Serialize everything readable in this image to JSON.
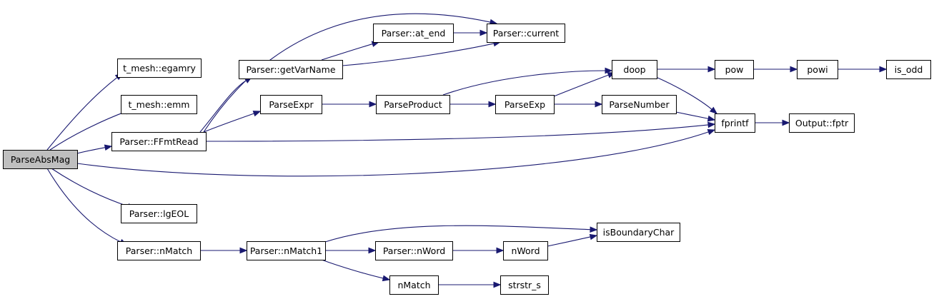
{
  "graph": {
    "root": "ParseAbsMag",
    "nodes": [
      {
        "id": "ParseAbsMag",
        "label": "ParseAbsMag",
        "root": true
      },
      {
        "id": "egamry",
        "label": "t_mesh::egamry"
      },
      {
        "id": "emm",
        "label": "t_mesh::emm"
      },
      {
        "id": "FFmtRead",
        "label": "Parser::FFmtRead"
      },
      {
        "id": "lgEOL",
        "label": "Parser::lgEOL"
      },
      {
        "id": "nMatch",
        "label": "Parser::nMatch"
      },
      {
        "id": "getVarName",
        "label": "Parser::getVarName"
      },
      {
        "id": "ParseExpr",
        "label": "ParseExpr"
      },
      {
        "id": "at_end",
        "label": "Parser::at_end"
      },
      {
        "id": "current",
        "label": "Parser::current"
      },
      {
        "id": "ParseProduct",
        "label": "ParseProduct"
      },
      {
        "id": "ParseExp",
        "label": "ParseExp"
      },
      {
        "id": "ParseNumber",
        "label": "ParseNumber"
      },
      {
        "id": "doop",
        "label": "doop"
      },
      {
        "id": "pow",
        "label": "pow"
      },
      {
        "id": "powi",
        "label": "powi"
      },
      {
        "id": "is_odd",
        "label": "is_odd"
      },
      {
        "id": "fprintf",
        "label": "fprintf"
      },
      {
        "id": "fptr",
        "label": "Output::fptr"
      },
      {
        "id": "nMatch1",
        "label": "Parser::nMatch1"
      },
      {
        "id": "isBoundaryChar",
        "label": "isBoundaryChar"
      },
      {
        "id": "nWordP",
        "label": "Parser::nWord"
      },
      {
        "id": "nWord",
        "label": "nWord"
      },
      {
        "id": "nMatchF",
        "label": "nMatch"
      },
      {
        "id": "strstr_s",
        "label": "strstr_s"
      }
    ],
    "edges": [
      {
        "from": "ParseAbsMag",
        "to": "egamry"
      },
      {
        "from": "ParseAbsMag",
        "to": "emm"
      },
      {
        "from": "ParseAbsMag",
        "to": "FFmtRead"
      },
      {
        "from": "ParseAbsMag",
        "to": "fprintf"
      },
      {
        "from": "ParseAbsMag",
        "to": "lgEOL"
      },
      {
        "from": "ParseAbsMag",
        "to": "nMatch"
      },
      {
        "from": "FFmtRead",
        "to": "current"
      },
      {
        "from": "FFmtRead",
        "to": "getVarName"
      },
      {
        "from": "FFmtRead",
        "to": "ParseExpr"
      },
      {
        "from": "FFmtRead",
        "to": "fprintf"
      },
      {
        "from": "getVarName",
        "to": "at_end"
      },
      {
        "from": "getVarName",
        "to": "current"
      },
      {
        "from": "at_end",
        "to": "current"
      },
      {
        "from": "ParseExpr",
        "to": "ParseProduct"
      },
      {
        "from": "ParseProduct",
        "to": "doop"
      },
      {
        "from": "ParseProduct",
        "to": "ParseExp"
      },
      {
        "from": "ParseExp",
        "to": "doop"
      },
      {
        "from": "ParseExp",
        "to": "ParseNumber"
      },
      {
        "from": "ParseNumber",
        "to": "fprintf"
      },
      {
        "from": "doop",
        "to": "pow"
      },
      {
        "from": "doop",
        "to": "fprintf"
      },
      {
        "from": "pow",
        "to": "powi"
      },
      {
        "from": "powi",
        "to": "is_odd"
      },
      {
        "from": "fprintf",
        "to": "fptr"
      },
      {
        "from": "nMatch",
        "to": "nMatch1"
      },
      {
        "from": "nMatch1",
        "to": "isBoundaryChar"
      },
      {
        "from": "nMatch1",
        "to": "nWordP"
      },
      {
        "from": "nMatch1",
        "to": "nMatchF"
      },
      {
        "from": "nWordP",
        "to": "nWord"
      },
      {
        "from": "nWord",
        "to": "isBoundaryChar"
      },
      {
        "from": "nMatchF",
        "to": "strstr_s"
      }
    ]
  }
}
